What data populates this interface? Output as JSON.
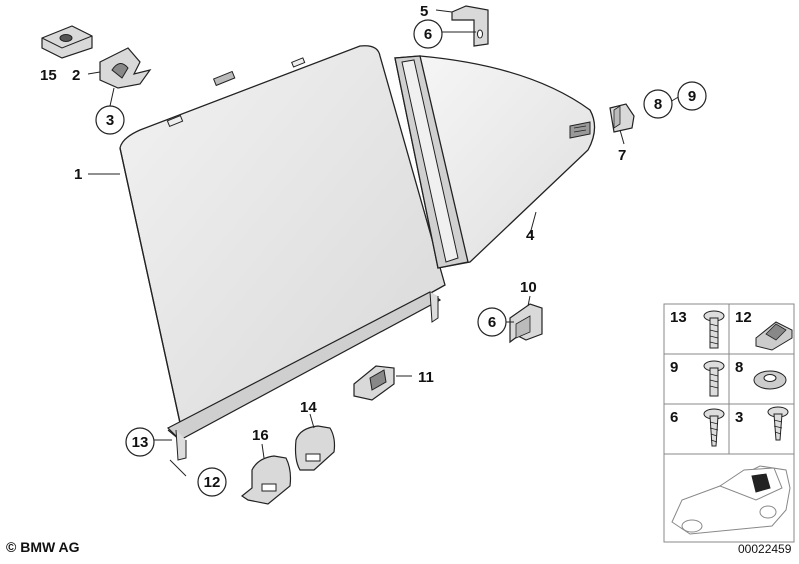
{
  "diagram": {
    "labels": {
      "p1": "1",
      "p2": "2",
      "p3": "3",
      "p4": "4",
      "p5": "5",
      "p6a": "6",
      "p6b": "6",
      "p7": "7",
      "p8": "8",
      "p9": "9",
      "p10": "10",
      "p11": "11",
      "p12": "12",
      "p13": "13",
      "p14": "14",
      "p15": "15",
      "p16": "16"
    },
    "legend_table": {
      "cells": [
        "13",
        "12",
        "9",
        "8",
        "6",
        "3"
      ]
    },
    "copyright": "© BMW AG",
    "diagram_number": "00022459"
  },
  "colors": {
    "line": "#222222",
    "panel_fill": "#e6e6e6",
    "part_fill": "#d9d9d9",
    "dark_part": "#555555",
    "table_border": "#888888"
  }
}
